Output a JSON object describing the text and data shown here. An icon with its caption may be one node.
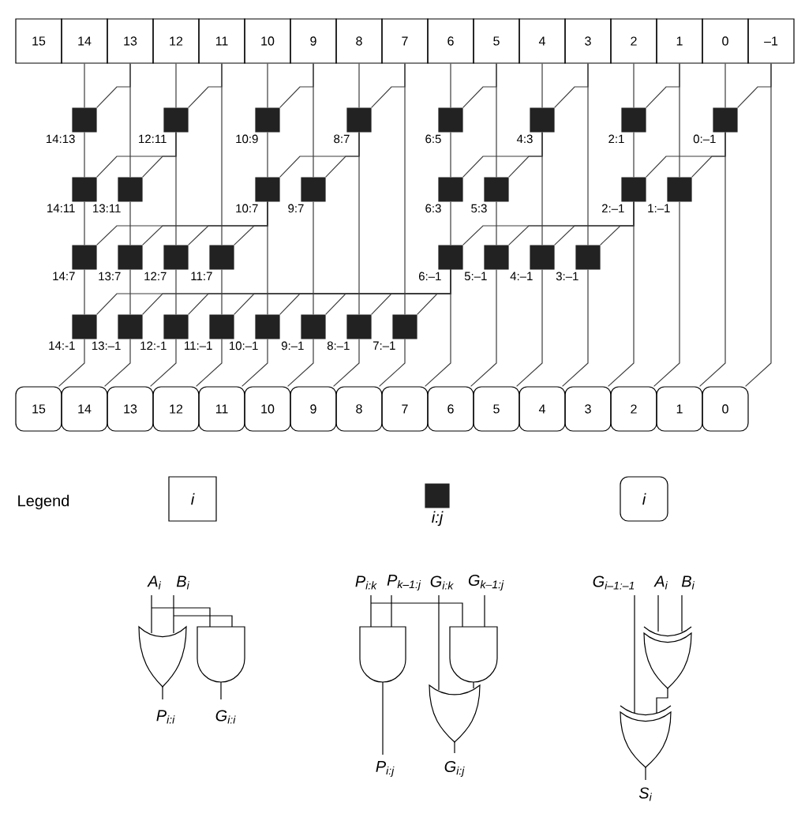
{
  "diagram": {
    "nodes": [
      {
        "text": [
          "15"
        ]
      },
      {
        "text": [
          "14"
        ]
      },
      {
        "text": [
          "13"
        ]
      },
      {
        "text": [
          "12"
        ]
      },
      {
        "text": [
          "11"
        ]
      },
      {
        "text": [
          "10"
        ]
      },
      {
        "text": [
          "9"
        ]
      },
      {
        "text": [
          "8"
        ]
      },
      {
        "text": [
          "7"
        ]
      },
      {
        "text": [
          "6"
        ]
      },
      {
        "text": [
          "5"
        ]
      },
      {
        "text": [
          "4"
        ]
      },
      {
        "text": [
          "3"
        ]
      },
      {
        "text": [
          "2"
        ]
      },
      {
        "text": [
          "1"
        ]
      },
      {
        "text": [
          "0"
        ]
      },
      {
        "text": [
          "–1"
        ]
      },
      {
        "text": [],
        "shape": "box",
        "beside": [
          "14:13"
        ]
      },
      {
        "text": [],
        "shape": "box",
        "beside": [
          "12:11"
        ]
      },
      {
        "text": [],
        "shape": "box",
        "beside": [
          "10:9"
        ]
      },
      {
        "text": [],
        "shape": "box",
        "beside": [
          "8:7"
        ]
      },
      {
        "text": [],
        "shape": "box",
        "beside": [
          "6:5"
        ]
      },
      {
        "text": [],
        "shape": "box",
        "beside": [
          "4:3"
        ]
      },
      {
        "text": [],
        "shape": "box",
        "beside": [
          "2:1"
        ]
      },
      {
        "text": [],
        "shape": "box",
        "beside": [
          "0:–1"
        ]
      },
      {
        "text": [],
        "shape": "box",
        "beside": [
          "14:11"
        ]
      },
      {
        "text": [],
        "shape": "box",
        "beside": [
          "13:11"
        ]
      },
      {
        "text": [],
        "shape": "box",
        "beside": [
          "10:7"
        ]
      },
      {
        "text": [],
        "shape": "box",
        "beside": [
          "9:7"
        ]
      },
      {
        "text": [],
        "shape": "box",
        "beside": [
          "6:3"
        ]
      },
      {
        "text": [],
        "shape": "box",
        "beside": [
          "5:3"
        ]
      },
      {
        "text": [],
        "shape": "box",
        "beside": [
          "2:–1"
        ]
      },
      {
        "text": [],
        "shape": "box",
        "beside": [
          "1:–1"
        ]
      },
      {
        "text": [],
        "shape": "box",
        "beside": [
          "14:7"
        ]
      },
      {
        "text": [],
        "shape": "box",
        "beside": [
          "13:7"
        ]
      },
      {
        "text": [],
        "shape": "box",
        "beside": [
          "12:7"
        ]
      },
      {
        "text": [],
        "shape": "box",
        "beside": [
          "11:7"
        ]
      },
      {
        "text": [],
        "shape": "box",
        "beside": [
          "6:–1"
        ]
      },
      {
        "text": [],
        "shape": "box",
        "beside": [
          "5:–1"
        ]
      },
      {
        "text": [],
        "shape": "box",
        "beside": [
          "4:–1"
        ]
      },
      {
        "text": [],
        "shape": "box",
        "beside": [
          "3:–1"
        ]
      },
      {
        "text": [],
        "shape": "box",
        "beside": [
          "14:-1"
        ]
      },
      {
        "text": [],
        "shape": "box",
        "beside": [
          "13:–1"
        ]
      },
      {
        "text": [],
        "shape": "box",
        "beside": [
          "12:-1"
        ]
      },
      {
        "text": [],
        "shape": "box",
        "beside": [
          "11:–1"
        ]
      },
      {
        "text": [],
        "shape": "box",
        "beside": [
          "10:–1"
        ]
      },
      {
        "text": [],
        "shape": "box",
        "beside": [
          "9:–1"
        ]
      },
      {
        "text": [],
        "shape": "box",
        "beside": [
          "8:–1"
        ]
      },
      {
        "text": [],
        "shape": "box",
        "beside": [
          "7:–1"
        ]
      },
      {
        "text": [
          "15"
        ]
      },
      {
        "text": [
          "14"
        ]
      },
      {
        "text": [
          "13"
        ]
      },
      {
        "text": [
          "12"
        ]
      },
      {
        "text": [
          "11"
        ]
      },
      {
        "text": [
          "10"
        ]
      },
      {
        "text": [
          "9"
        ]
      },
      {
        "text": [
          "8"
        ]
      },
      {
        "text": [
          "7"
        ]
      },
      {
        "text": [
          "6"
        ]
      },
      {
        "text": [
          "5"
        ]
      },
      {
        "text": [
          "4"
        ]
      },
      {
        "text": [
          "3"
        ]
      },
      {
        "text": [
          "2"
        ]
      },
      {
        "text": [
          "1"
        ]
      },
      {
        "text": [
          "0"
        ]
      },
      {
        "text": [
          "i"
        ]
      },
      {
        "text": [],
        "shape": "box",
        "beside": [
          "i:j"
        ]
      },
      {
        "text": [
          "i"
        ]
      }
    ],
    "edges": [
      {
        "from": 1,
        "to": 17,
        "arrow": "none"
      },
      {
        "from": 17,
        "to": 25,
        "arrow": "none"
      },
      {
        "from": 25,
        "to": 33,
        "arrow": "none"
      },
      {
        "from": 33,
        "to": 41,
        "arrow": "none"
      },
      {
        "from": 41,
        "to": 49,
        "arrow": "none"
      },
      {
        "from": 2,
        "to": 26,
        "arrow": "none"
      },
      {
        "from": 26,
        "to": 34,
        "arrow": "none"
      },
      {
        "from": 34,
        "to": 42,
        "arrow": "none"
      },
      {
        "from": 42,
        "to": 50,
        "arrow": "none"
      },
      {
        "from": 3,
        "to": 18,
        "arrow": "none"
      },
      {
        "from": 18,
        "to": 35,
        "arrow": "none"
      },
      {
        "from": 35,
        "to": 43,
        "arrow": "none"
      },
      {
        "from": 43,
        "to": 51,
        "arrow": "none"
      },
      {
        "from": 4,
        "to": 36,
        "arrow": "none"
      },
      {
        "from": 36,
        "to": 44,
        "arrow": "none"
      },
      {
        "from": 44,
        "to": 52,
        "arrow": "none"
      },
      {
        "from": 5,
        "to": 19,
        "arrow": "none"
      },
      {
        "from": 19,
        "to": 27,
        "arrow": "none"
      },
      {
        "from": 27,
        "to": 45,
        "arrow": "none"
      },
      {
        "from": 45,
        "to": 53,
        "arrow": "none"
      },
      {
        "from": 6,
        "to": 28,
        "arrow": "none"
      },
      {
        "from": 28,
        "to": 46,
        "arrow": "none"
      },
      {
        "from": 46,
        "to": 54,
        "arrow": "none"
      },
      {
        "from": 7,
        "to": 20,
        "arrow": "none"
      },
      {
        "from": 20,
        "to": 47,
        "arrow": "none"
      },
      {
        "from": 47,
        "to": 55,
        "arrow": "none"
      },
      {
        "from": 8,
        "to": 48,
        "arrow": "none"
      },
      {
        "from": 48,
        "to": 56,
        "arrow": "none"
      },
      {
        "from": 9,
        "to": 21,
        "arrow": "none"
      },
      {
        "from": 21,
        "to": 29,
        "arrow": "none"
      },
      {
        "from": 29,
        "to": 37,
        "arrow": "none"
      },
      {
        "from": 37,
        "to": 57,
        "arrow": "none"
      },
      {
        "from": 10,
        "to": 30,
        "arrow": "none"
      },
      {
        "from": 30,
        "to": 38,
        "arrow": "none"
      },
      {
        "from": 38,
        "to": 58,
        "arrow": "none"
      },
      {
        "from": 11,
        "to": 22,
        "arrow": "none"
      },
      {
        "from": 22,
        "to": 39,
        "arrow": "none"
      },
      {
        "from": 39,
        "to": 59,
        "arrow": "none"
      },
      {
        "from": 12,
        "to": 40,
        "arrow": "none"
      },
      {
        "from": 40,
        "to": 60,
        "arrow": "none"
      },
      {
        "from": 13,
        "to": 23,
        "arrow": "none"
      },
      {
        "from": 23,
        "to": 31,
        "arrow": "none"
      },
      {
        "from": 31,
        "to": 61,
        "arrow": "none"
      },
      {
        "from": 14,
        "to": 32,
        "arrow": "none"
      },
      {
        "from": 32,
        "to": 62,
        "arrow": "none"
      },
      {
        "from": 15,
        "to": 24,
        "arrow": "none"
      },
      {
        "from": 24,
        "to": 63,
        "arrow": "none"
      },
      {
        "from": 16,
        "to": 64,
        "arrow": "none"
      },
      {
        "from": 2,
        "to": 17,
        "arrow": "none"
      },
      {
        "from": 4,
        "to": 18,
        "arrow": "none"
      },
      {
        "from": 6,
        "to": 19,
        "arrow": "none"
      },
      {
        "from": 8,
        "to": 20,
        "arrow": "none"
      },
      {
        "from": 10,
        "to": 21,
        "arrow": "none"
      },
      {
        "from": 12,
        "to": 22,
        "arrow": "none"
      },
      {
        "from": 14,
        "to": 23,
        "arrow": "none"
      },
      {
        "from": 16,
        "to": 24,
        "arrow": "none"
      },
      {
        "from": 18,
        "to": 25,
        "arrow": "none"
      },
      {
        "from": 18,
        "to": 26,
        "arrow": "none"
      },
      {
        "from": 20,
        "to": 27,
        "arrow": "none"
      },
      {
        "from": 20,
        "to": 28,
        "arrow": "none"
      },
      {
        "from": 22,
        "to": 29,
        "arrow": "none"
      },
      {
        "from": 22,
        "to": 30,
        "arrow": "none"
      },
      {
        "from": 24,
        "to": 31,
        "arrow": "none"
      },
      {
        "from": 24,
        "to": 32,
        "arrow": "none"
      },
      {
        "from": 27,
        "to": 33,
        "arrow": "none"
      },
      {
        "from": 27,
        "to": 34,
        "arrow": "none"
      },
      {
        "from": 27,
        "to": 35,
        "arrow": "none"
      },
      {
        "from": 27,
        "to": 36,
        "arrow": "none"
      },
      {
        "from": 31,
        "to": 37,
        "arrow": "none"
      },
      {
        "from": 31,
        "to": 38,
        "arrow": "none"
      },
      {
        "from": 31,
        "to": 39,
        "arrow": "none"
      },
      {
        "from": 31,
        "to": 40,
        "arrow": "none"
      },
      {
        "from": 37,
        "to": 41,
        "arrow": "none"
      },
      {
        "from": 37,
        "to": 42,
        "arrow": "none"
      },
      {
        "from": 37,
        "to": 43,
        "arrow": "none"
      },
      {
        "from": 37,
        "to": 44,
        "arrow": "none"
      },
      {
        "from": 37,
        "to": 45,
        "arrow": "none"
      },
      {
        "from": 37,
        "to": 46,
        "arrow": "none"
      },
      {
        "from": 37,
        "to": 47,
        "arrow": "none"
      },
      {
        "from": 37,
        "to": 48,
        "arrow": "none"
      }
    ],
    "labels": [
      "Legend",
      "A$_{i}$",
      "B$_{i}$",
      "P$_{i:i}$",
      "G$_{i:i}$",
      "P$_{i:k}$",
      "P$_{k–1:j}$",
      "G$_{i:k}$",
      "G$_{k–1:j}$",
      "P$_{i:j}$",
      "G$_{i:j}$",
      "G$_{i–1:–1}$",
      "A$_{i}$",
      "B$_{i}$",
      "S$_{i}$"
    ]
  }
}
